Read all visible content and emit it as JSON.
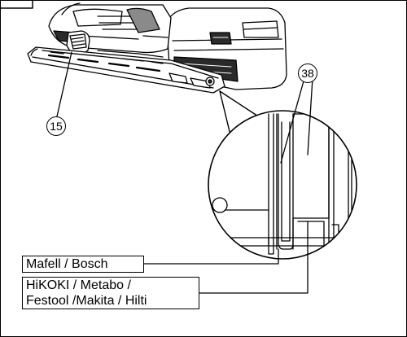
{
  "figure": {
    "callouts": {
      "part_15": "15",
      "part_38": "38"
    },
    "labels": {
      "mafell_bosch": "Mafell / Bosch",
      "hikoki_line1": "HiKOKI / Metabo /",
      "hikoki_line2": "Festool /Makita / Hilti"
    },
    "colors": {
      "line": "#000000",
      "fill_dark": "#2a2a2a",
      "fill_mid": "#8a8a8a",
      "background": "#ffffff"
    },
    "icons": [
      "circled-number-callout",
      "magnifier-circle"
    ]
  }
}
